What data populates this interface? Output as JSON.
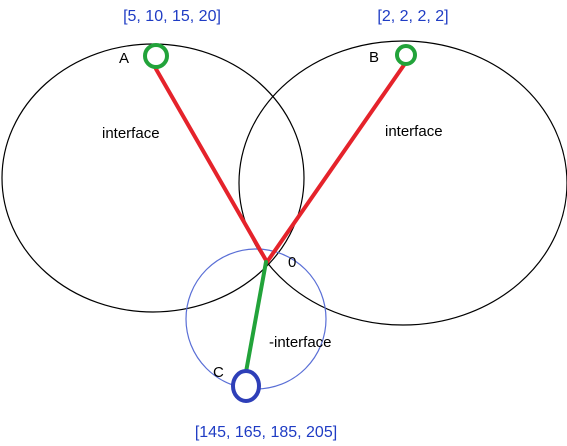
{
  "colors": {
    "black_ring": "#000000",
    "blue_ring": "#5a6fd6",
    "red_link": "#e5232b",
    "green_link": "#22a33a",
    "green_node": "#22a33a",
    "blue_node": "#2e3fb8",
    "value_text": "#1f3cc4",
    "label_text": "#000000"
  },
  "nodes": {
    "a": {
      "name": "A",
      "values": "[5, 10, 15, 20]"
    },
    "b": {
      "name": "B",
      "values": "[2, 2, 2, 2]"
    },
    "c": {
      "name": "C",
      "values": "[145, 165, 185, 205]"
    },
    "origin": {
      "name": "0"
    }
  },
  "interfaces": {
    "a": "interface",
    "b": "interface",
    "c": "-interface"
  }
}
